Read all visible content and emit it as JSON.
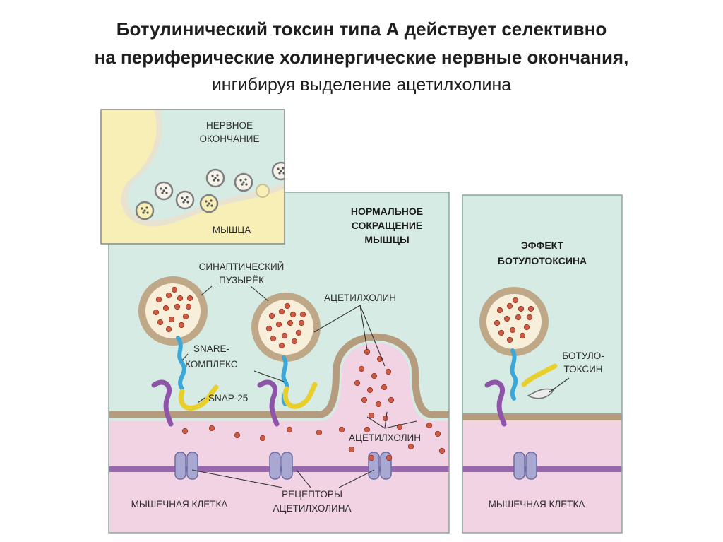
{
  "title": {
    "line1": "Ботулинический токсин типа А действует селективно",
    "line2": "на периферические холинергические нервные окончания,",
    "line3": "ингибируя выделение ацетилхолина"
  },
  "inset": {
    "nerve_ending_1": "НЕРВНОЕ",
    "nerve_ending_2": "ОКОНЧАНИЕ",
    "muscle": "МЫШЦА"
  },
  "normal_panel": {
    "heading_1": "НОРМАЛЬНОЕ",
    "heading_2": "СОКРАЩЕНИЕ",
    "heading_3": "МЫШЦЫ",
    "vesicle_1": "СИНАПТИЧЕСКИЙ",
    "vesicle_2": "ПУЗЫРЁК",
    "acetylcholine_top": "АЦЕТИЛХОЛИН",
    "snare_1": "SNARE-",
    "snare_2": "КОМПЛЕКС",
    "snap25": "SNAP-25",
    "acetylcholine_bottom": "АЦЕТИЛХОЛИН",
    "receptors_1": "РЕЦЕПТОРЫ",
    "receptors_2": "АЦЕТИЛХОЛИНА",
    "muscle_cell": "МЫШЕЧНАЯ КЛЕТКА"
  },
  "toxin_panel": {
    "heading_1": "ЭФФЕКТ",
    "heading_2": "БОТУЛОТОКСИНА",
    "toxin_1": "БОТУЛО-",
    "toxin_2": "ТОКСИН",
    "muscle_cell": "МЫШЕЧНАЯ КЛЕТКА"
  },
  "colors": {
    "nerve_fill": "#d6ebe4",
    "muscle_fill": "#f1d3e3",
    "inset_bg": "#f7efb5",
    "membrane": "#b59c7e",
    "vesicle_ring": "#bfa888",
    "acetylcholine": "#cf5a44",
    "snare_blue": "#3ba8d8",
    "syntaxin_purple": "#8e54a8",
    "snap_yellow": "#e8cf2c",
    "receptor": "#a8a8d2"
  }
}
